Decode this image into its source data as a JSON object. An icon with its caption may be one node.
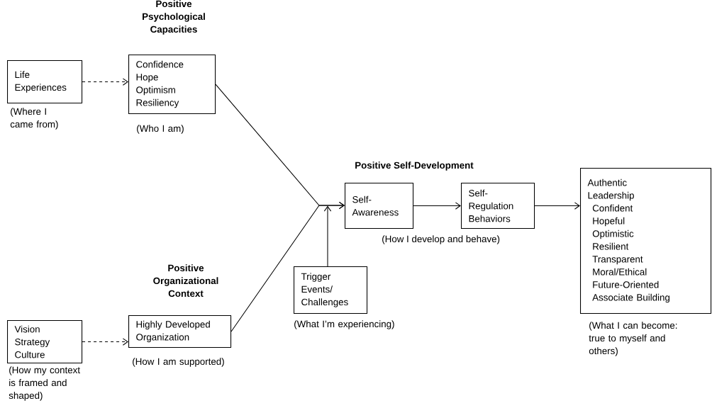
{
  "diagram": {
    "nodes": [
      {
        "text": [
          "Life Experiences"
        ],
        "beside": [
          "(Where I came from)"
        ]
      },
      {
        "text": [
          "Positive Psychological Capacities",
          "Confidence",
          "Hope",
          "Optimism",
          "Resiliency"
        ],
        "beside": [
          "(Who I am)"
        ]
      },
      {
        "text": [
          "Vision",
          "Strategy",
          "Culture"
        ],
        "beside": [
          "(How my context is framed and shaped)"
        ]
      },
      {
        "text": [
          "Positive Organizational Context",
          "Highly Developed Organization"
        ],
        "beside": [
          "(How I am supported)"
        ]
      },
      {
        "text": [
          "Self-Awareness"
        ]
      },
      {
        "text": [
          "Self-Regulation Behaviors"
        ]
      },
      {
        "text": [
          "Trigger Events/ Challenges"
        ],
        "beside": [
          "(What I’m experiencing)"
        ]
      },
      {
        "text": [
          "Authentic Leadership",
          "Confident",
          "Hopeful",
          "Optimistic",
          "Resilient",
          "Transparent",
          "Moral/Ethical",
          "Future-Oriented",
          "Associate Building"
        ],
        "beside": [
          "(What I can become: true to myself and others)"
        ]
      }
    ],
    "edges": [
      {
        "from": 0,
        "to": 1,
        "arrow": "to",
        "style": "dashed"
      },
      {
        "from": 2,
        "to": 3,
        "arrow": "to",
        "style": "dashed"
      },
      {
        "from": 1,
        "to": 4,
        "arrow": "to"
      },
      {
        "from": 3,
        "to": 4,
        "arrow": "to"
      },
      {
        "from": 6,
        "to": 4,
        "arrow": "to"
      },
      {
        "from": 4,
        "to": 5,
        "arrow": "to"
      },
      {
        "from": 5,
        "to": 7,
        "arrow": "to"
      }
    ],
    "labels": [
      "Positive Self-Development",
      "(How I develop and behave)"
    ]
  }
}
